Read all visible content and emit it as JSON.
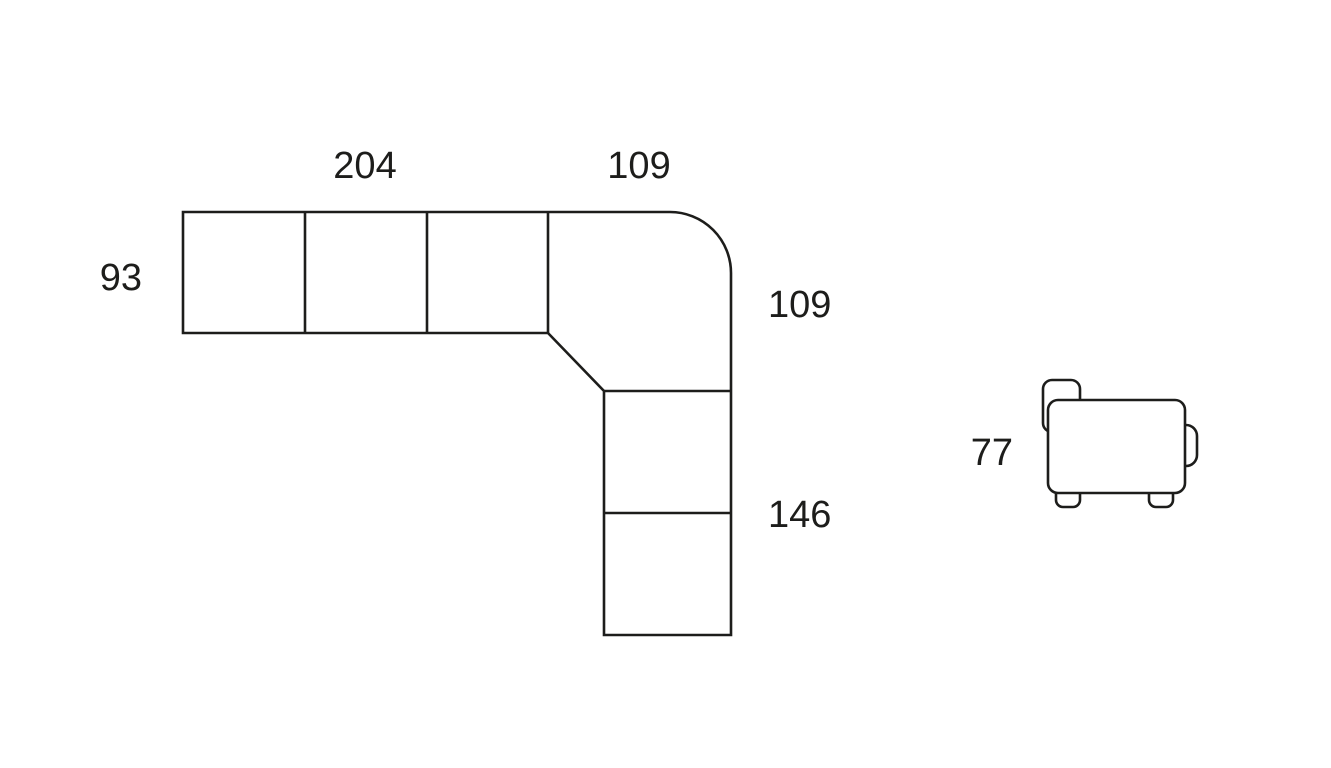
{
  "diagram": {
    "type": "sofa-dimension-drawing",
    "background_color": "#ffffff",
    "line_color": "#1d1d1b",
    "plan_view": {
      "description": "L-shaped corner sectional sofa, top view, with three seat dividers on the horizontal run, a rounded outer corner, a diagonal inner corner seam, and two seat dividers on the vertical run",
      "dimensions": {
        "top_section_width": "204",
        "corner_section_width": "109",
        "left_depth": "93",
        "corner_right_depth": "109",
        "right_section_length": "146"
      }
    },
    "side_view": {
      "description": "Sofa side elevation with backrest, armrest bump and two feet",
      "dimensions": {
        "height": "77"
      }
    }
  }
}
